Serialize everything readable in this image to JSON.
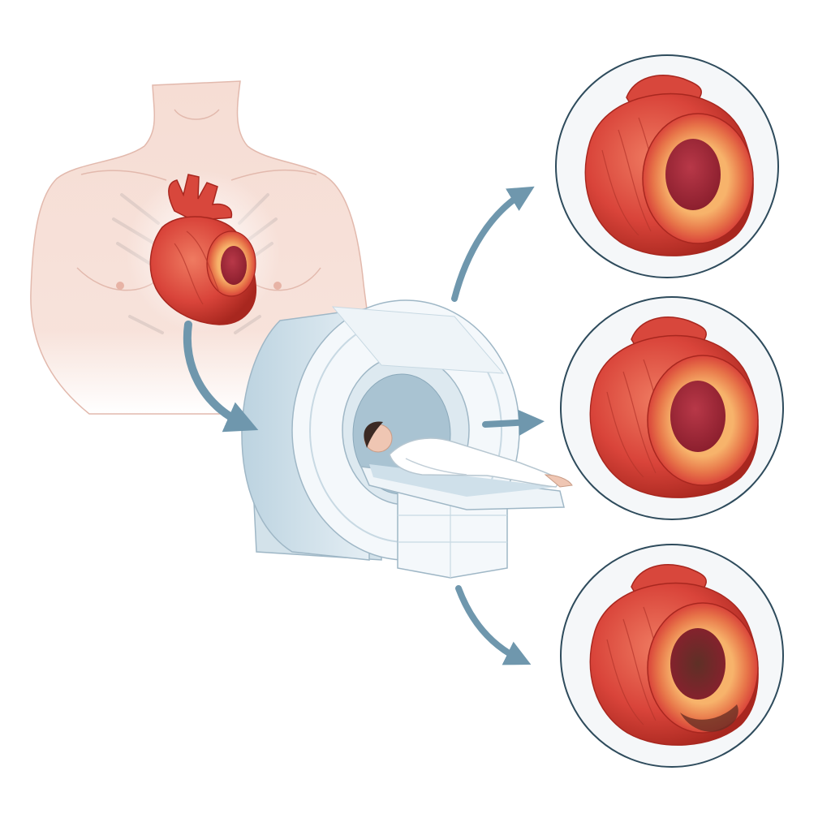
{
  "colors": {
    "background": "#ffffff",
    "skin": "#f6ddd4",
    "skin_line": "#e2b9ad",
    "heart_main": "#d9443a",
    "heart_light": "#ee7a5f",
    "heart_dark": "#a8271f",
    "vessel": "#d8473c",
    "lumen": "#a8273a",
    "ring_inner": "#f2a25c",
    "scanner_body": "#d8e6ee",
    "scanner_face": "#f4f8fb",
    "scanner_line": "#9fb7c6",
    "arrow": "#6f97ad",
    "circle_border": "#2e4b5c",
    "circle_fill": "#f5f7f9",
    "scar": "#6a2f24",
    "gown": "#ffffff",
    "hair": "#3b2a24"
  },
  "diagram": {
    "type": "illustration",
    "stages": [
      "torso-with-heart",
      "mri-scanner-with-patient",
      "heart-cross-section-views"
    ],
    "icons": [
      "torso",
      "heart",
      "mri-scanner",
      "patient",
      "heart-cross-section"
    ],
    "cross_sections": [
      {
        "id": "view-1",
        "variant": "normal"
      },
      {
        "id": "view-2",
        "variant": "normal"
      },
      {
        "id": "view-3",
        "variant": "scarred-wall"
      }
    ],
    "arrows": [
      "heart-to-scanner",
      "scanner-to-view-1",
      "scanner-to-view-2",
      "scanner-to-view-3"
    ]
  }
}
